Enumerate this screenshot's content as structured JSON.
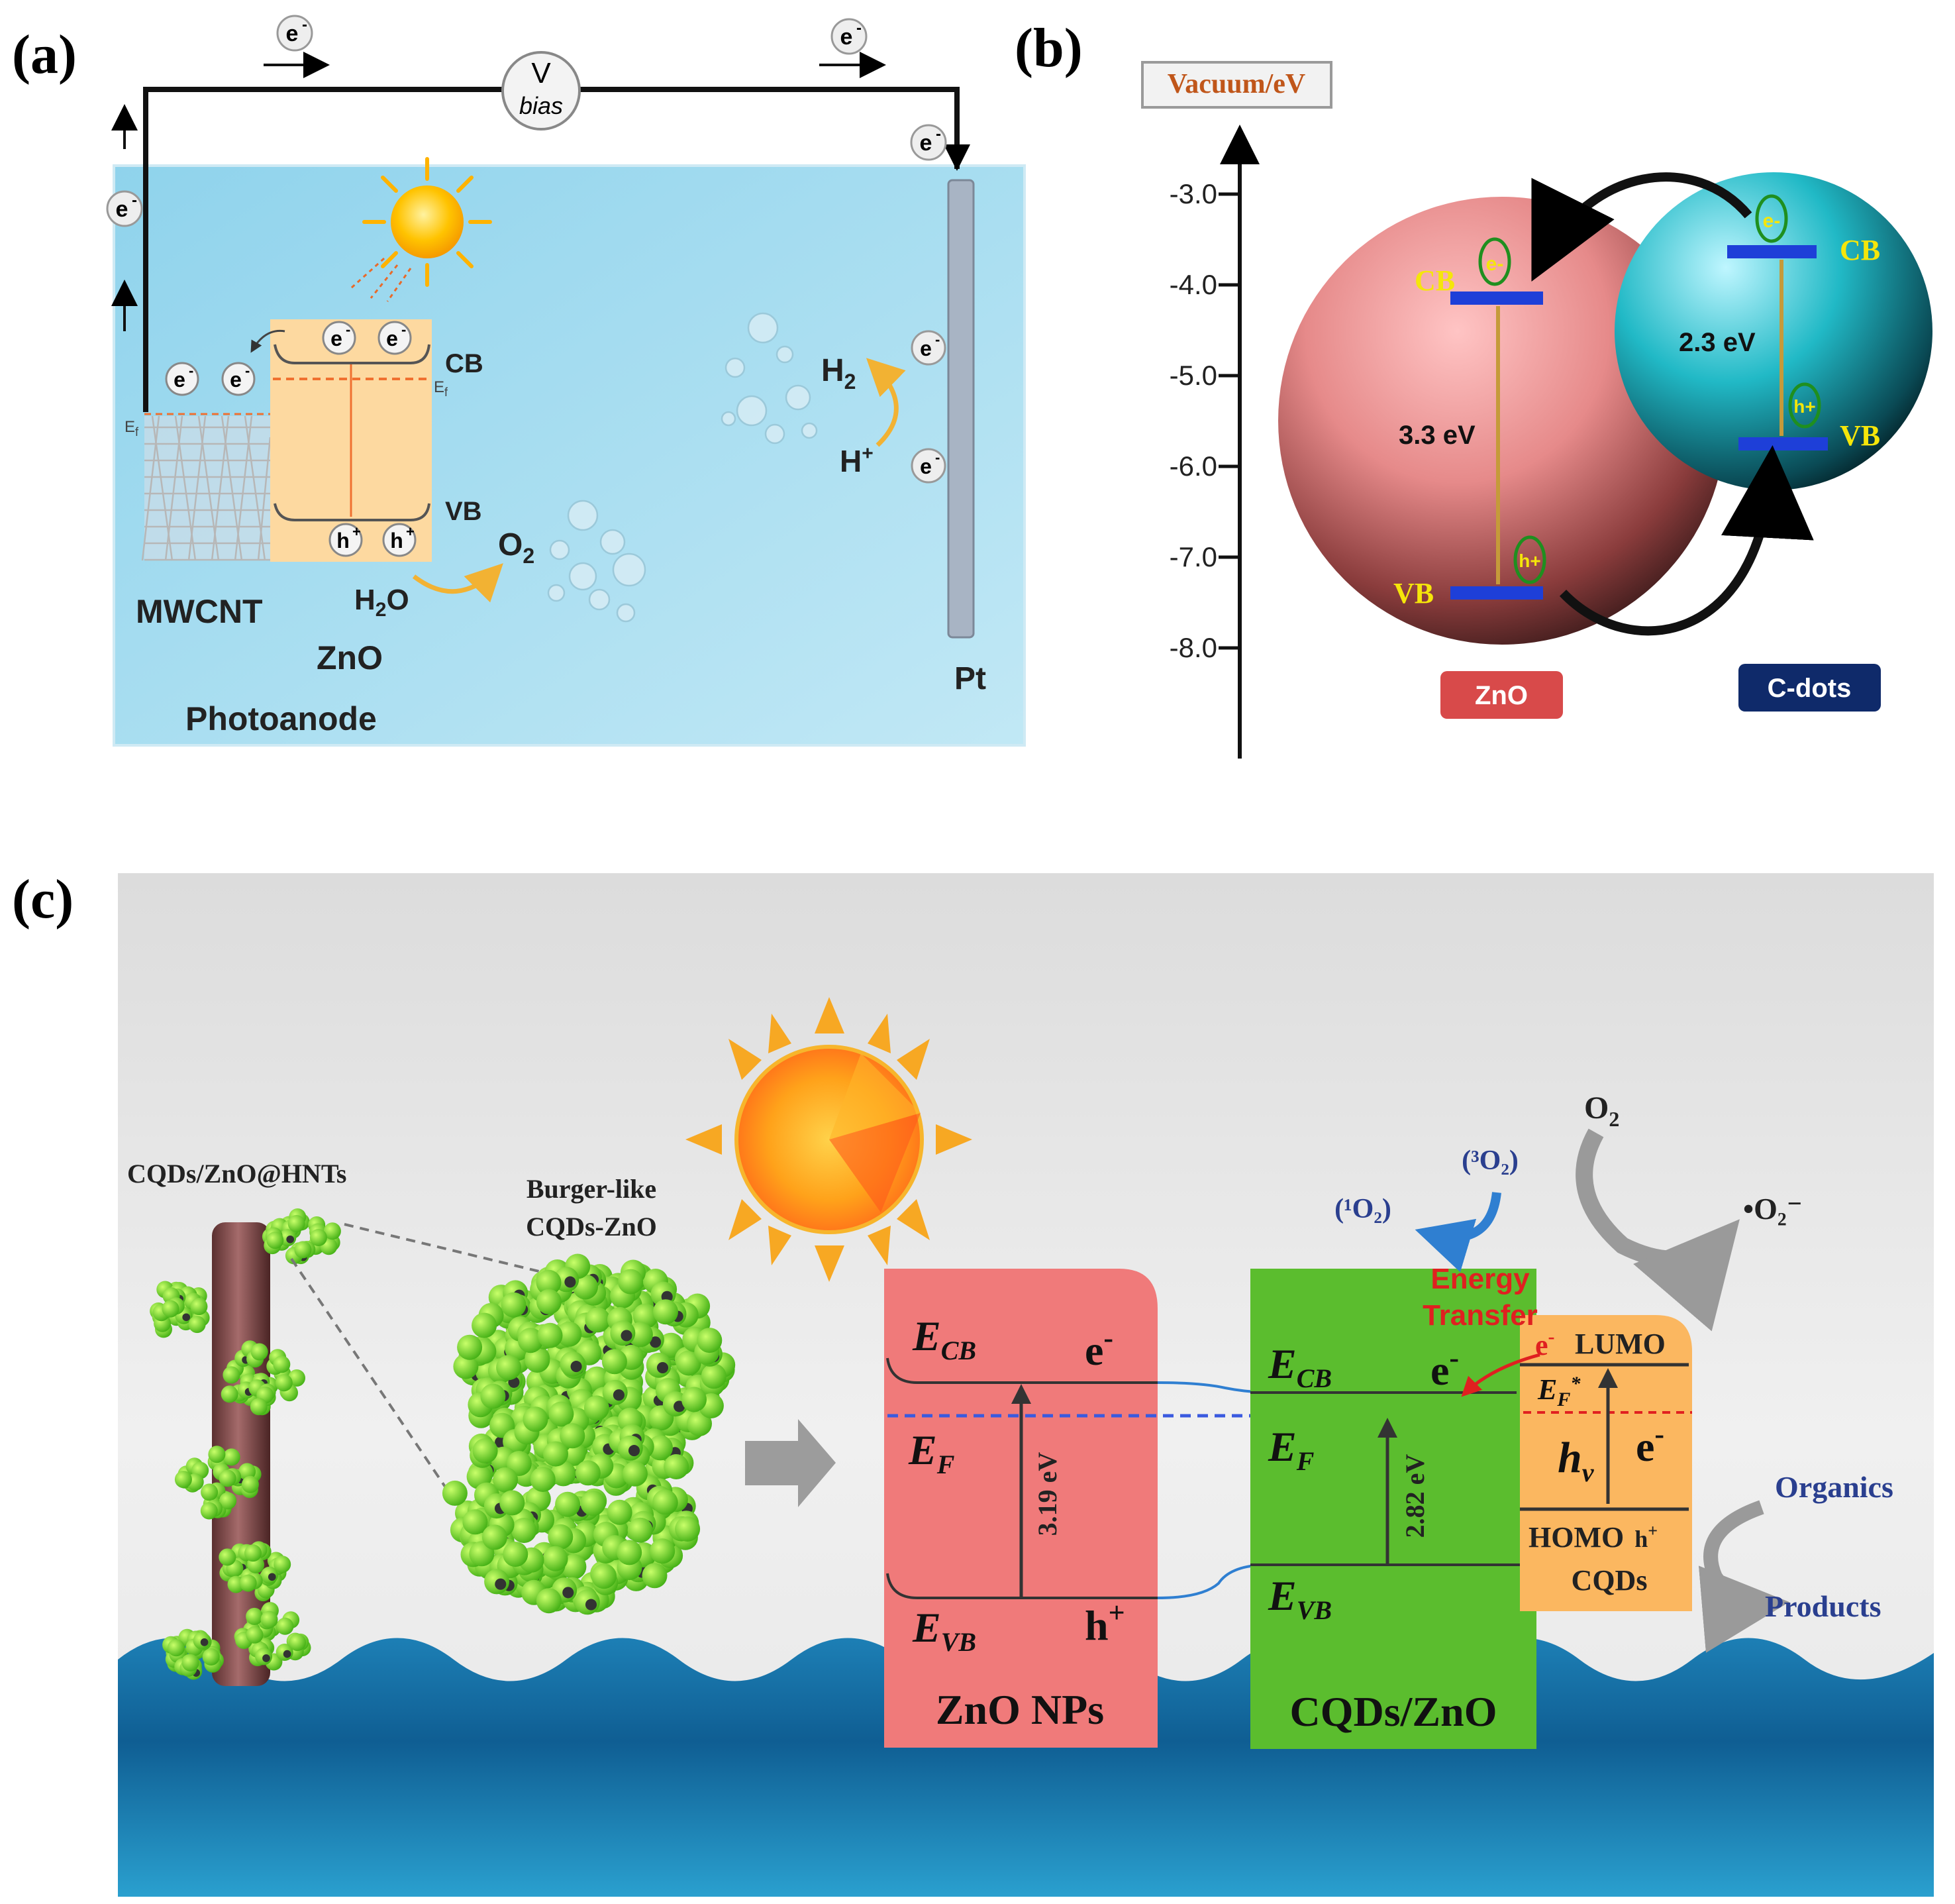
{
  "panel_a": {
    "label": "(a)",
    "electron": "e",
    "electron_sup": "-",
    "hole": "h",
    "hole_sup": "+",
    "voltmeter_v": "V",
    "voltmeter_bias": "bias",
    "cb": "CB",
    "vb": "VB",
    "ef": "E",
    "ef_sub": "f",
    "mwcnt": "MWCNT",
    "zno": "ZnO",
    "photoanode": "Photoanode",
    "pt": "Pt",
    "h2": "H",
    "h2_sub": "2",
    "hplus": "H",
    "hplus_sup": "+",
    "o2": "O",
    "o2_sub": "2",
    "h2o_h": "H",
    "h2o_sub": "2",
    "h2o_o": "O",
    "colors": {
      "electrolyte": "#a8dcef",
      "zno_block": "#fdd9a0",
      "fermi": "#f07030",
      "arrow": "#f2b233"
    }
  },
  "panel_b": {
    "label": "(b)",
    "vacuum_label": "Vacuum/eV",
    "axis_ticks": [
      "-3.0",
      "-4.0",
      "-5.0",
      "-6.0",
      "-7.0",
      "-8.0"
    ],
    "zno_gap": "3.3 eV",
    "cdots_gap": "2.3 eV",
    "cb": "CB",
    "vb": "VB",
    "electron": "e-",
    "hole": "h+",
    "zno_badge": "ZnO",
    "cdots_badge": "C-dots",
    "colors": {
      "zno_sphere": "#e07a7a",
      "cdots_sphere": "#2bbfc9",
      "level": "#1e3fd8",
      "label_yellow": "#f5e60a",
      "zno_badge": "#d84a4a",
      "cdots_badge": "#0f2a6a"
    }
  },
  "panel_c": {
    "label": "(c)",
    "hnt_label": "CQDs/ZnO@HNTs",
    "burger_line1": "Burger-like",
    "burger_line2": "CQDs-ZnO",
    "e_letter": "E",
    "cb_sub": "CB",
    "f_sub": "F",
    "vb_sub": "VB",
    "electron": "e",
    "electron_sup": "-",
    "hole": "h",
    "hole_sup": "+",
    "zno_gap": "3.19 eV",
    "cqd_gap": "2.82 eV",
    "zno_box_label": "ZnO NPs",
    "cqdzno_box_label": "CQDs/ZnO",
    "energy_transfer_line1": "Energy",
    "energy_transfer_line2": "Transfer",
    "lumo": "LUMO",
    "homo": "HOMO",
    "cqds": "CQDs",
    "efstar_sup": "*",
    "hv_h": "h",
    "hv_sub": "v",
    "singlet_o2": "(¹O₂)",
    "triplet_o2": "(³O₂)",
    "o2_main": "O",
    "o2_sub": "2",
    "superoxide": "•O₂⁻",
    "organics": "Organics",
    "products": "Products",
    "colors": {
      "zno_box": "#f07a7a",
      "cqdzno_box": "#5bbd2e",
      "cqd_box": "#fbb760",
      "dashed_blue": "#3a5adf",
      "dashed_red": "#e02020",
      "energy_transfer": "#e02020",
      "organics": "#2a3f8f"
    }
  }
}
